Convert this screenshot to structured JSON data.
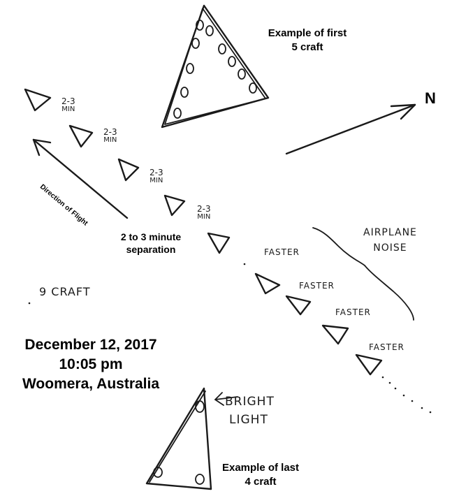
{
  "labels": {
    "first_example": [
      "Example of first",
      "5 craft"
    ],
    "last_example": [
      "Example of last",
      "4 craft"
    ],
    "north": "N",
    "direction": "Direction of Flight",
    "separation": [
      "2 to 3 minute",
      "separation"
    ],
    "airplane_noise": [
      "AIRPLANE",
      "NOISE"
    ],
    "bright_light": [
      "BRIGHT",
      "LIGHT"
    ],
    "craft_count": "9 CRAFT",
    "date": "December 12, 2017",
    "time": "10:05 pm",
    "location": "Woomera, Australia",
    "faster": "FASTER",
    "interval": [
      "2-3",
      "MIN"
    ]
  }
}
